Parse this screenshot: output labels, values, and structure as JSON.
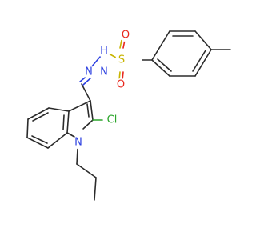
{
  "molecule": {
    "atoms": {
      "S": {
        "label": "S",
        "color": "#c8b400"
      },
      "O_top": {
        "label": "O",
        "color": "#e8281e"
      },
      "O_bottom": {
        "label": "O",
        "color": "#e8281e"
      },
      "NH": {
        "label": "H",
        "color": "#2b3fe0"
      },
      "N_sulfonyl": {
        "label": "N",
        "color": "#2b3fe0"
      },
      "N_imine": {
        "label": "N",
        "color": "#2b3fe0"
      },
      "N_indole": {
        "label": "N",
        "color": "#2b3fe0"
      },
      "Cl": {
        "label": "Cl",
        "color": "#2ba52b"
      }
    },
    "colors": {
      "bond": "#2b2b2b",
      "background": "#ffffff"
    }
  }
}
